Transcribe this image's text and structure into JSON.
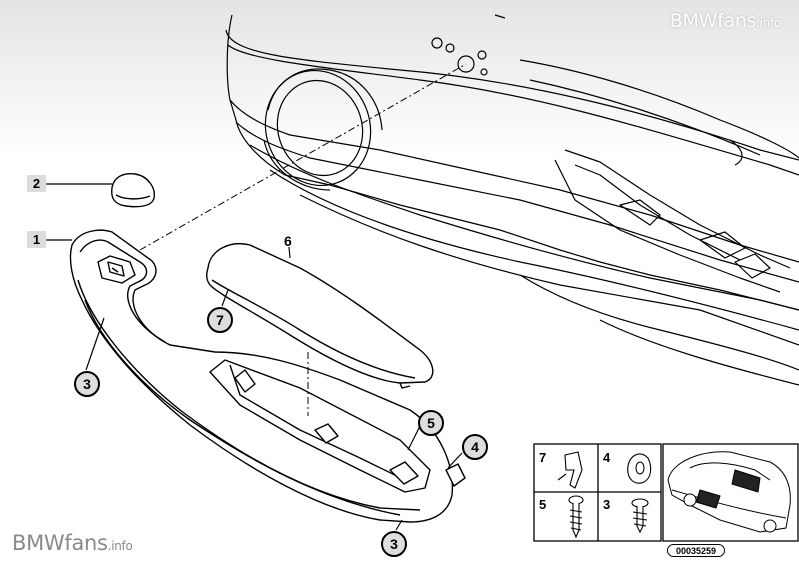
{
  "watermark_top": {
    "brand": "BMWfans",
    "suffix": ".info"
  },
  "watermark_bottom": {
    "brand": "BMWfans",
    "suffix": ".info"
  },
  "callouts": {
    "c1": "1",
    "c2": "2",
    "c3a": "3",
    "c3b": "3",
    "c4": "4",
    "c5": "5",
    "c6": "6",
    "c7": "7"
  },
  "legend": {
    "cells": {
      "r1a": "7",
      "r1b": "4",
      "r2a": "5",
      "r2b": "3"
    },
    "part_number": "00035259"
  },
  "colors": {
    "background_gradient_top": "#e4e4e4",
    "line": "#000000",
    "callout_fill": "#dedede"
  }
}
